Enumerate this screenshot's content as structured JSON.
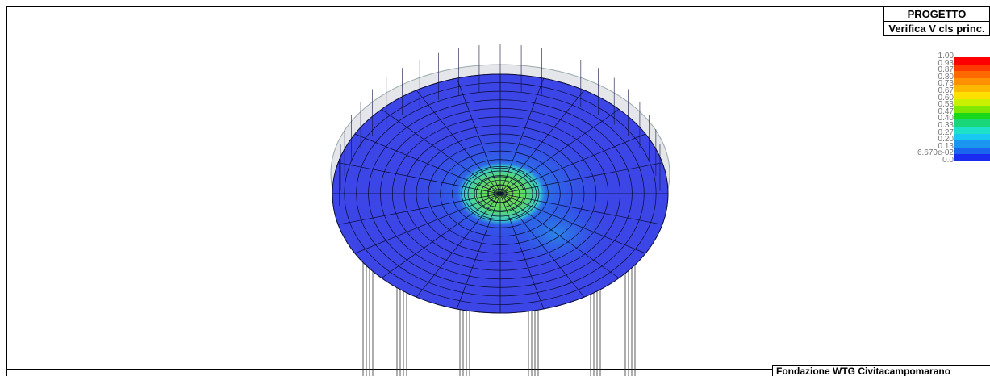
{
  "header": {
    "title": "PROGETTO",
    "subtitle": "Verifica V cls princ."
  },
  "legend": {
    "labels": [
      "1.00",
      "0.93",
      "0.87",
      "0.80",
      "0.73",
      "0.67",
      "0.60",
      "0.53",
      "0.47",
      "0.40",
      "0.33",
      "0.27",
      "0.20",
      "0.13",
      "6.670e-02",
      "0.0"
    ],
    "colors": [
      "#ff0000",
      "#ff3a00",
      "#ff6a00",
      "#ff9000",
      "#ffb800",
      "#ffe000",
      "#c8f000",
      "#7fe800",
      "#19d81c",
      "#1ad67a",
      "#1fe0c8",
      "#19c8f0",
      "#1a96f0",
      "#1a64f0",
      "#1a2cf0",
      "#1a00e8"
    ]
  },
  "footer": {
    "project_name": "Fondazione WTG Civitacampomarano"
  }
}
